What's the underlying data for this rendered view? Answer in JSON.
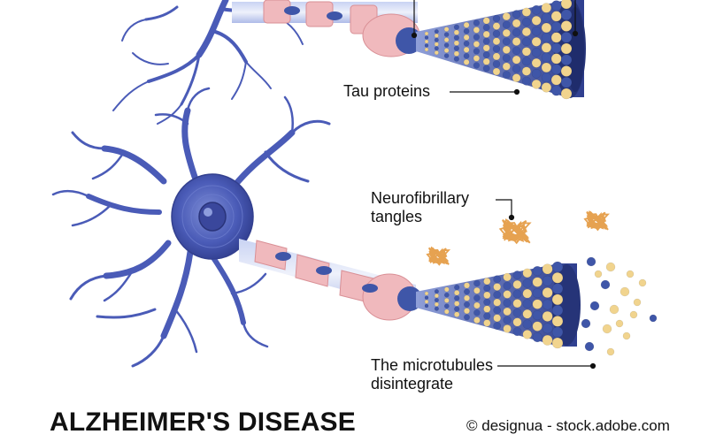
{
  "title": "ALZHEIMER'S DISEASE",
  "credit": "© designua - stock.adobe.com",
  "labels": {
    "tau_proteins": "Tau proteins",
    "tangles_line1": "Neurofibrillary",
    "tangles_line2": "tangles",
    "disintegrate_line1": "The microtubules",
    "disintegrate_line2": "disintegrate"
  },
  "colors": {
    "neuron": "#4a5bb7",
    "neuron_dark": "#33408f",
    "microtubule_blue": "#3f56a8",
    "tau_yellow": "#f1d48e",
    "myelin_pink": "#f0b9bd",
    "tangle": "#e6a251"
  }
}
